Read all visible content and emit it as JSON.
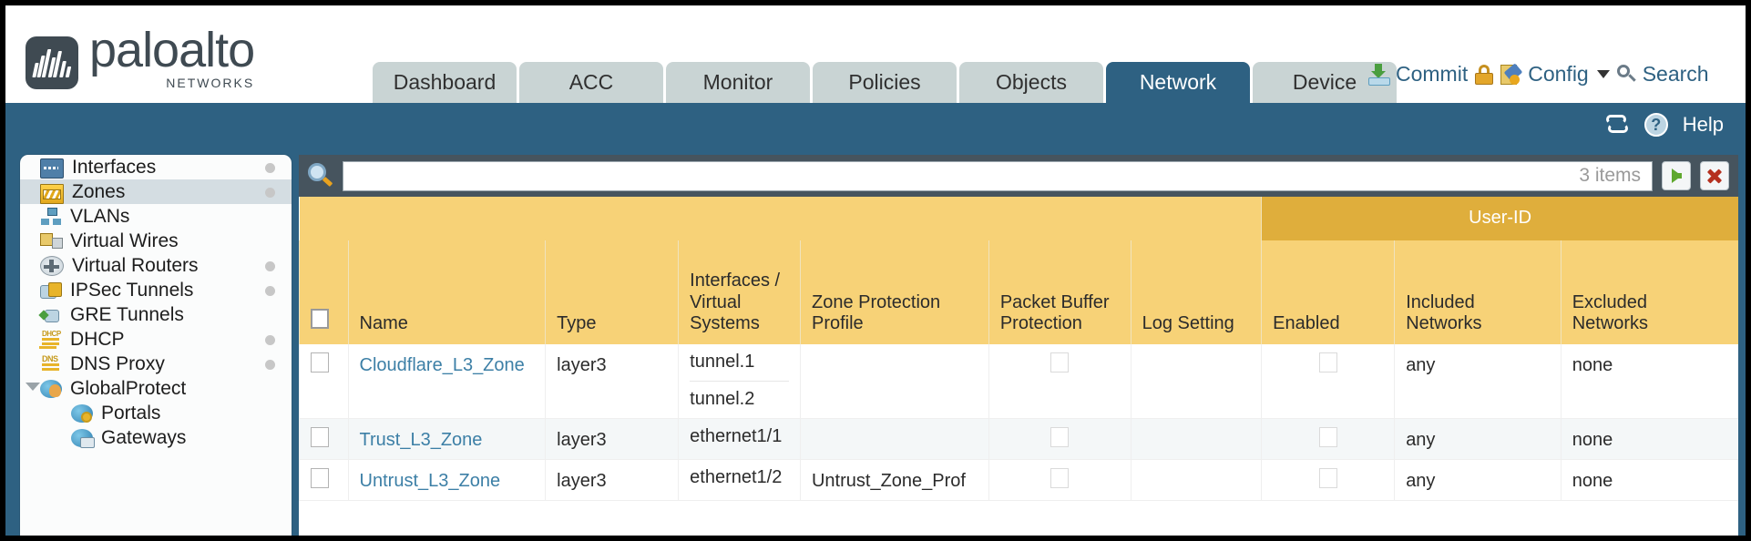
{
  "brand": {
    "name": "paloalto",
    "sub": "NETWORKS",
    "reg": "®"
  },
  "nav": {
    "tabs": [
      {
        "label": "Dashboard",
        "active": false
      },
      {
        "label": "ACC",
        "active": false
      },
      {
        "label": "Monitor",
        "active": false
      },
      {
        "label": "Policies",
        "active": false
      },
      {
        "label": "Objects",
        "active": false
      },
      {
        "label": "Network",
        "active": true
      },
      {
        "label": "Device",
        "active": false
      }
    ]
  },
  "topright": {
    "commit": "Commit",
    "config": "Config",
    "search": "Search",
    "icons": [
      "commit-icon",
      "lock-icon",
      "config-icon",
      "search-icon"
    ]
  },
  "band": {
    "help": "Help",
    "refresh_icon": "refresh-icon",
    "help_icon": "help-icon"
  },
  "sidebar": {
    "items": [
      {
        "label": "Interfaces",
        "icon": "interfaces-icon",
        "indent": 0,
        "dot": true,
        "selected": false,
        "expander": false
      },
      {
        "label": "Zones",
        "icon": "zones-icon",
        "indent": 0,
        "dot": true,
        "selected": true,
        "expander": false
      },
      {
        "label": "VLANs",
        "icon": "vlans-icon",
        "indent": 0,
        "dot": false,
        "selected": false,
        "expander": false
      },
      {
        "label": "Virtual Wires",
        "icon": "virtual-wires-icon",
        "indent": 0,
        "dot": false,
        "selected": false,
        "expander": false
      },
      {
        "label": "Virtual Routers",
        "icon": "virtual-routers-icon",
        "indent": 0,
        "dot": true,
        "selected": false,
        "expander": false
      },
      {
        "label": "IPSec Tunnels",
        "icon": "ipsec-tunnels-icon",
        "indent": 0,
        "dot": true,
        "selected": false,
        "expander": false
      },
      {
        "label": "GRE Tunnels",
        "icon": "gre-tunnels-icon",
        "indent": 0,
        "dot": false,
        "selected": false,
        "expander": false
      },
      {
        "label": "DHCP",
        "icon": "dhcp-icon",
        "indent": 0,
        "dot": true,
        "selected": false,
        "expander": false
      },
      {
        "label": "DNS Proxy",
        "icon": "dns-proxy-icon",
        "indent": 0,
        "dot": true,
        "selected": false,
        "expander": false
      },
      {
        "label": "GlobalProtect",
        "icon": "globalprotect-icon",
        "indent": 0,
        "dot": false,
        "selected": false,
        "expander": true
      },
      {
        "label": "Portals",
        "icon": "portals-icon",
        "indent": 1,
        "dot": false,
        "selected": false,
        "expander": false
      },
      {
        "label": "Gateways",
        "icon": "gateways-icon",
        "indent": 1,
        "dot": false,
        "selected": false,
        "expander": false
      }
    ]
  },
  "search": {
    "value": "",
    "item_count": "3 items",
    "apply_icon": "apply-filter-icon",
    "clear_icon": "clear-filter-icon"
  },
  "table": {
    "group_header": {
      "label": "User-ID",
      "span": 3
    },
    "columns": [
      "Name",
      "Type",
      "Interfaces / Virtual Systems",
      "Zone Protection Profile",
      "Packet Buffer Protection",
      "Log Setting",
      "Enabled",
      "Included Networks",
      "Excluded Networks"
    ],
    "rows": [
      {
        "selected": false,
        "name": "Cloudflare_L3_Zone",
        "type": "layer3",
        "interfaces": [
          "tunnel.1",
          "tunnel.2"
        ],
        "zone_protection_profile": "",
        "packet_buffer_protection": false,
        "log_setting": "",
        "userid_enabled": false,
        "included_networks": "any",
        "excluded_networks": "none"
      },
      {
        "selected": false,
        "name": "Trust_L3_Zone",
        "type": "layer3",
        "interfaces": [
          "ethernet1/1"
        ],
        "zone_protection_profile": "",
        "packet_buffer_protection": false,
        "log_setting": "",
        "userid_enabled": false,
        "included_networks": "any",
        "excluded_networks": "none"
      },
      {
        "selected": false,
        "name": "Untrust_L3_Zone",
        "type": "layer3",
        "interfaces": [
          "ethernet1/2"
        ],
        "zone_protection_profile": "Untrust_Zone_Prof",
        "packet_buffer_protection": false,
        "log_setting": "",
        "userid_enabled": false,
        "included_networks": "any",
        "excluded_networks": "none"
      }
    ]
  },
  "colors": {
    "brand_blue": "#2e6182",
    "header_amber": "#f7d277",
    "group_amber": "#dfae3c",
    "link_blue": "#3c7fa6",
    "panel_slate": "#46545e"
  }
}
